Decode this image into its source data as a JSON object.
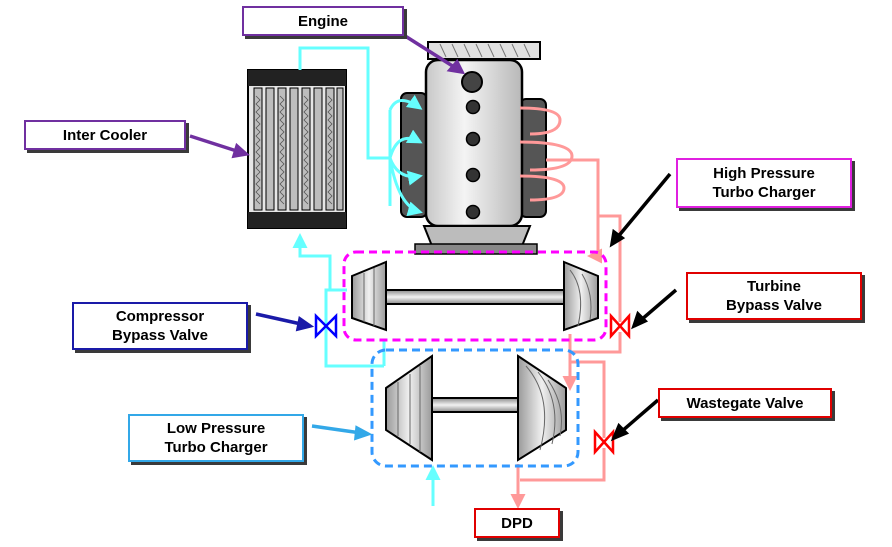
{
  "labels": {
    "engine": "Engine",
    "inter_cooler": "Inter Cooler",
    "hp_turbo_line1": "High Pressure",
    "hp_turbo_line2": "Turbo Charger",
    "turbine_bypass_line1": "Turbine",
    "turbine_bypass_line2": "Bypass Valve",
    "compressor_bypass_line1": "Compressor",
    "compressor_bypass_line2": "Bypass Valve",
    "lp_turbo_line1": "Low Pressure",
    "lp_turbo_line2": "Turbo Charger",
    "wastegate": "Wastegate Valve",
    "dpd": "DPD"
  },
  "colors": {
    "engine_label": "#7030a0",
    "hp_turbo_label": "#e020e0",
    "valve_label_red": "#e00000",
    "compressor_label": "#1a1aa8",
    "lp_turbo_label": "#33a8e8",
    "intake_air": "#66ffff",
    "exhaust": "#ff9999",
    "hp_boundary": "#ff00ff",
    "lp_boundary": "#3399ff",
    "compressor_valve": "#0000ff",
    "exhaust_valve": "#ff0000"
  }
}
